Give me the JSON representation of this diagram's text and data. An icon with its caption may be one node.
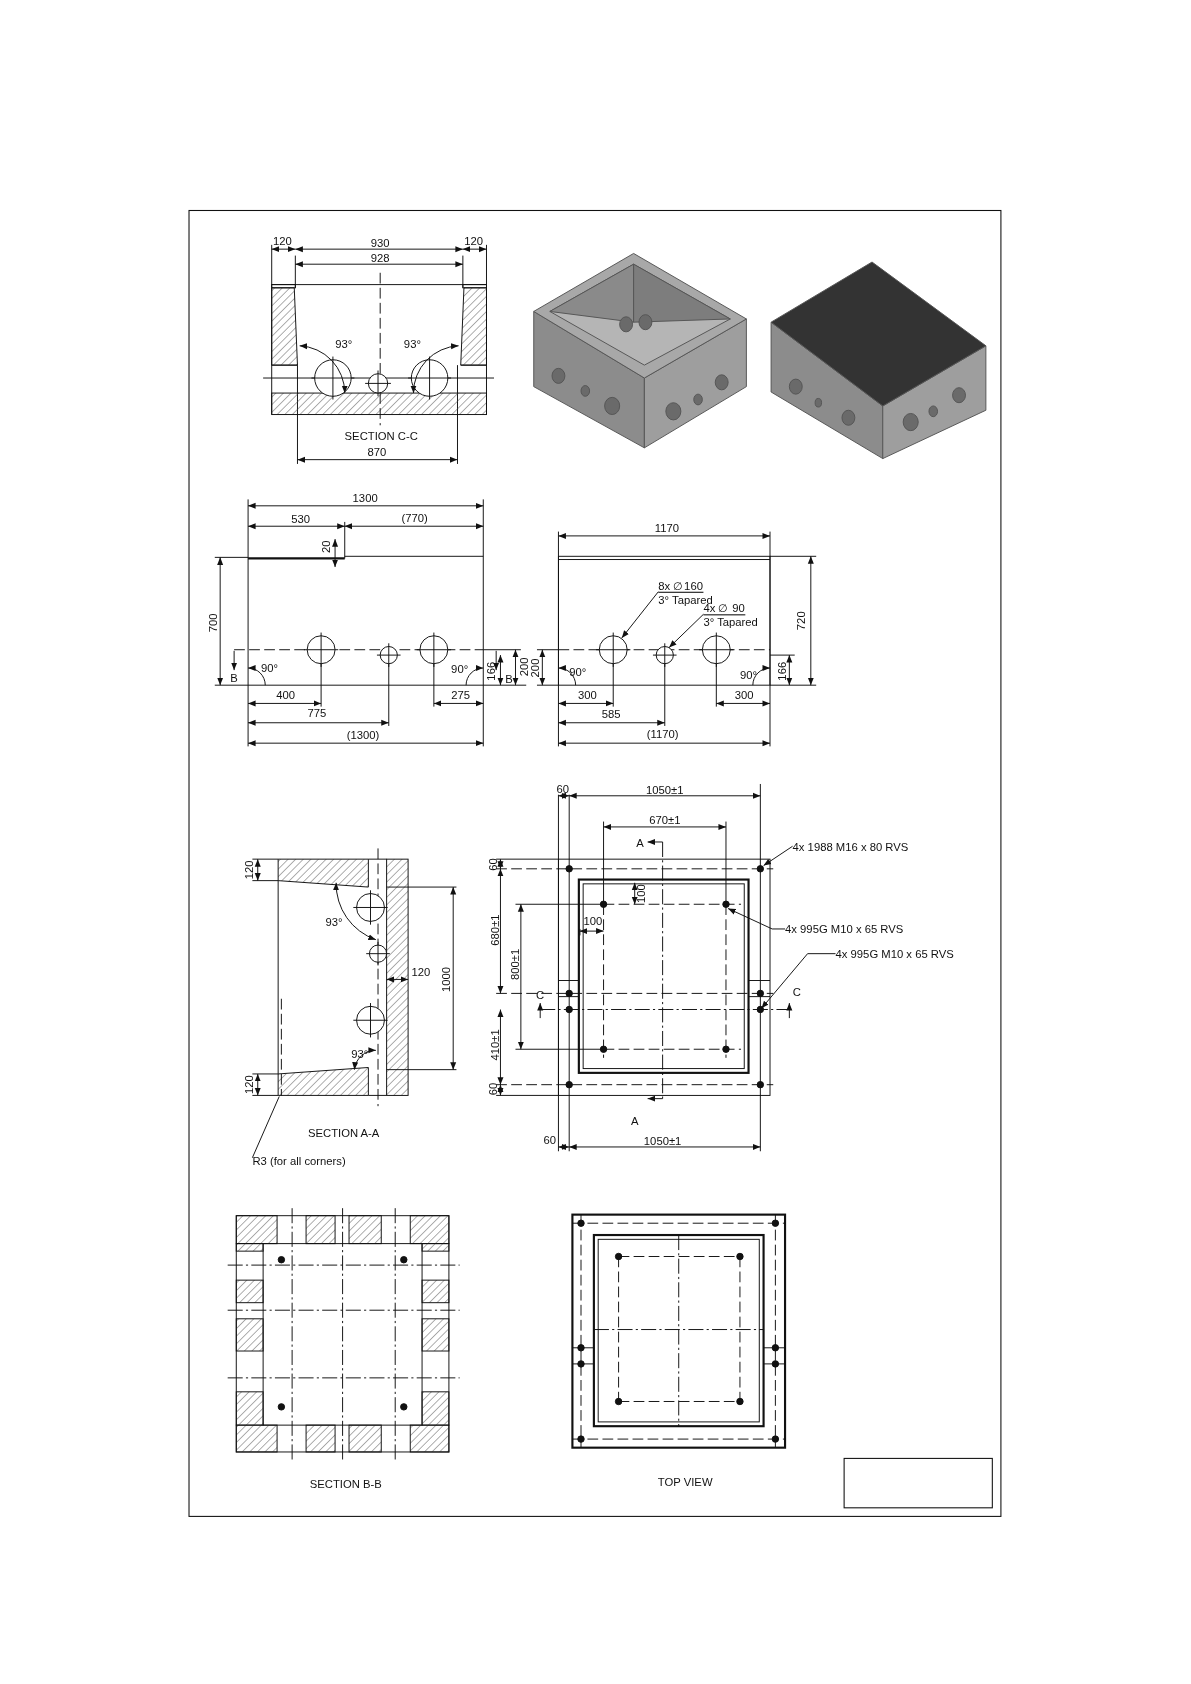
{
  "diagram": {
    "nodes": [
      {
        "text": [
          "8x ∅160",
          "3° Tapared"
        ]
      },
      {
        "text": [
          "4x ∅ 90",
          "3° Tapared"
        ]
      },
      {
        "text": [
          "4x 1988 M16 x 80 RVS"
        ]
      },
      {
        "text": [
          "4x 995G M10 x 65 RVS"
        ]
      },
      {
        "text": [
          "4x 995G M10 x 65 RVS"
        ]
      },
      {
        "text": [
          "R3 (for all corners)"
        ]
      }
    ],
    "edges": [
      {
        "from": 0,
        "to": null,
        "arrow": "to"
      },
      {
        "from": 1,
        "to": null,
        "arrow": "to"
      },
      {
        "from": 2,
        "to": null,
        "arrow": "to"
      },
      {
        "from": 3,
        "to": null,
        "arrow": "to"
      },
      {
        "from": 4,
        "to": null,
        "arrow": "to"
      },
      {
        "from": 5,
        "to": null,
        "arrow": "none"
      }
    ],
    "labels": [
      "120",
      "930",
      "120",
      "928",
      "93°",
      "93°",
      "SECTION C-C",
      "870",
      "1300",
      "530",
      "(770)",
      "20",
      "700",
      "B",
      "90°",
      "90°",
      "166",
      "B",
      "200",
      "400",
      "275",
      "775",
      "(1300)",
      "1170",
      "720",
      "200",
      "90°",
      "90°",
      "166",
      "300",
      "300",
      "585",
      "(1170)",
      "120",
      "93°",
      "120",
      "1000",
      "93°",
      "120",
      "SECTION A-A",
      "60",
      "1050±1",
      "670±1",
      "A",
      "60",
      "100",
      "100",
      "680±1",
      "800±1",
      "C",
      "C",
      "410±1",
      "60",
      "A",
      "60",
      "1050±1",
      "SECTION B-B",
      "TOP VIEW"
    ]
  }
}
